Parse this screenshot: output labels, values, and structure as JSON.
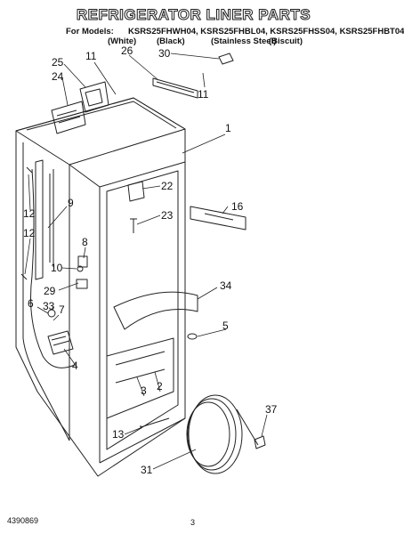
{
  "title": "REFRIGERATOR LINER PARTS",
  "models_prefix": "For Models:",
  "models": "KSRS25FHWH04, KSRS25FHBL04, KSRS25FHSS04, KSRS25FHBT04",
  "colors": [
    "(White)",
    "(Black)",
    "(Stainless Steel)",
    "(Biscuit)"
  ],
  "callouts": [
    "1",
    "2",
    "3",
    "4",
    "5",
    "6",
    "7",
    "8",
    "9",
    "10",
    "11",
    "11",
    "12",
    "12",
    "13",
    "16",
    "22",
    "23",
    "24",
    "25",
    "26",
    "29",
    "30",
    "31",
    "33",
    "34",
    "37"
  ],
  "doc_number": "4390869",
  "page_number": "3"
}
